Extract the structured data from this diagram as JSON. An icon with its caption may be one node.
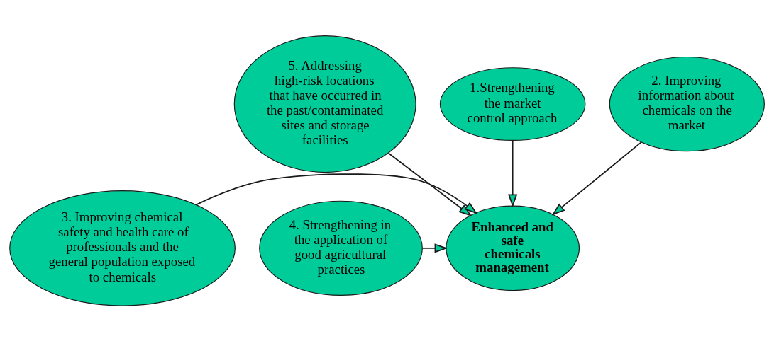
{
  "diagram": {
    "nodes": [
      {
        "text": [
          "1.Strengthening the market control approach"
        ]
      },
      {
        "text": [
          "5. Addressing high-risk locations that have occurred in the past/contaminated sites and storage facilities"
        ]
      },
      {
        "text": [
          "2. Improving information about chemicals on the market"
        ]
      },
      {
        "text": [
          "Enhanced and safe chemicals management"
        ]
      },
      {
        "text": [
          "3. Improving chemical safety and health care of professionals and the general population exposed to chemicals"
        ]
      },
      {
        "text": [
          "4. Strengthening in the application of good agricultural practices"
        ]
      }
    ],
    "edges": [
      {
        "from": 0,
        "to": 3,
        "arrow": "to"
      },
      {
        "from": 2,
        "to": 3,
        "arrow": "to"
      },
      {
        "from": 4,
        "to": 3,
        "arrow": "to"
      },
      {
        "from": 5,
        "to": 3,
        "arrow": "to"
      },
      {
        "from": 1,
        "to": 3,
        "arrow": "to"
      }
    ]
  }
}
